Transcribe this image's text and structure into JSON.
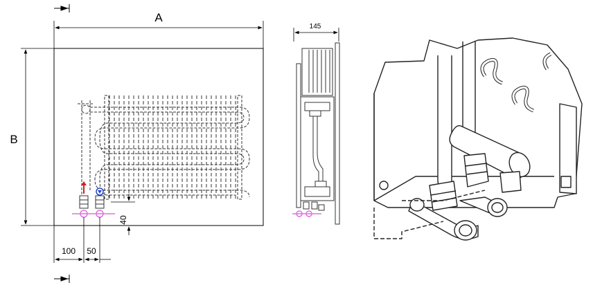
{
  "front_view": {
    "dimension_width_label": "A",
    "dimension_height_label": "B",
    "dimension_left_offset": "100",
    "dimension_pipe_spacing": "50",
    "dimension_bottom_offset": "40",
    "colors": {
      "supply_arrow": "#cc2222",
      "return_arrow": "#2244cc",
      "pipe_highlight": "#e070e0"
    }
  },
  "side_view": {
    "dimension_depth_label": "145"
  }
}
